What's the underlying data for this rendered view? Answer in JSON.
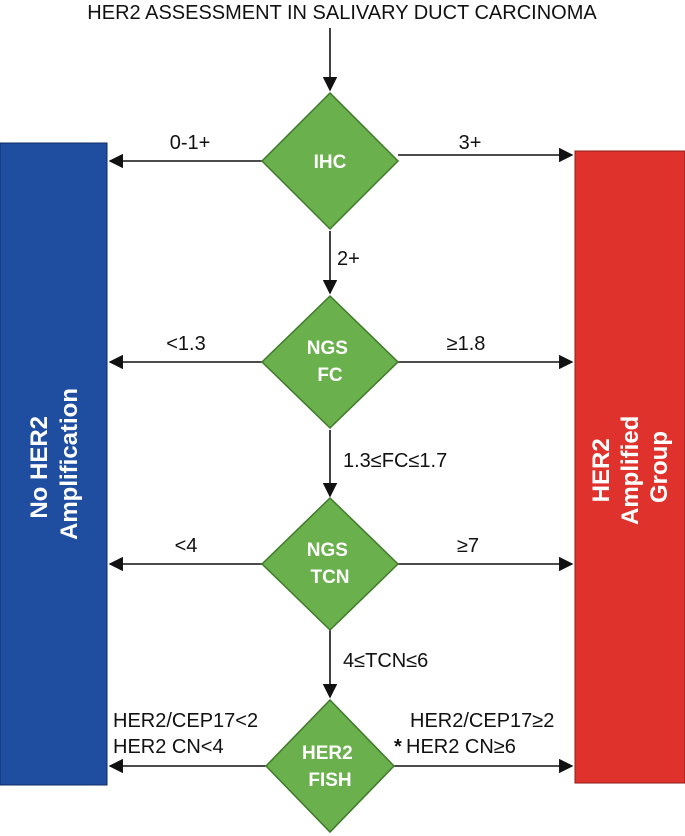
{
  "title": "HER2 ASSESSMENT IN SALIVARY DUCT CARCINOMA",
  "left_box": {
    "line1": "No HER2",
    "line2": "Amplification"
  },
  "right_box": {
    "line1": "HER2",
    "line2": "Amplified",
    "line3": "Group"
  },
  "nodes": {
    "ihc": {
      "label": "IHC"
    },
    "ngs_fc": {
      "line1": "NGS",
      "line2": "FC"
    },
    "ngs_tcn": {
      "line1": "NGS",
      "line2": "TCN"
    },
    "fish": {
      "line1": "HER2",
      "line2": "FISH"
    }
  },
  "edges": {
    "ihc_left": "0-1+",
    "ihc_right": "3+",
    "ihc_down": "2+",
    "fc_left": "<1.3",
    "fc_right": "≥1.8",
    "fc_down": "1.3≤FC≤1.7",
    "tcn_left": "<4",
    "tcn_right": "≥7",
    "tcn_down": "4≤TCN≤6",
    "fish_left_1": "HER2/CEP17<2",
    "fish_left_2": "HER2 CN<4",
    "fish_right_1": "HER2/CEP17≥2",
    "fish_right_star": "*",
    "fish_right_2": "HER2 CN≥6"
  },
  "colors": {
    "no_amplification": "#1f4ea1",
    "amplified": "#e0322d",
    "decision": "#6ab04c"
  }
}
